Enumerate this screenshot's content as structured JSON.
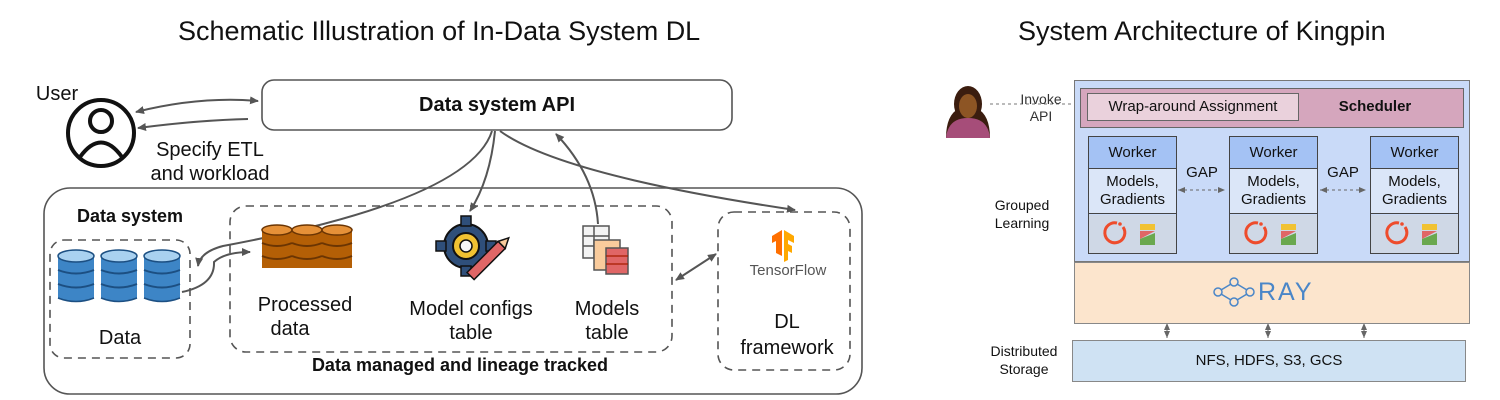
{
  "left": {
    "title": "Schematic Illustration of In-Data System DL",
    "user_label": "User",
    "api_label": "Data system API",
    "specify_label_1": "Specify ETL",
    "specify_label_2": "and workload",
    "data_system_label": "Data system",
    "data_label": "Data",
    "processed_label_1": "Processed",
    "processed_label_2": "data",
    "model_configs_label_1": "Model configs",
    "model_configs_label_2": "table",
    "models_label_1": "Models",
    "models_label_2": "table",
    "tensorflow_label": "TensorFlow",
    "dl_label_1": "DL",
    "dl_label_2": "framework",
    "lineage_label": "Data managed and lineage tracked"
  },
  "right": {
    "title": "System Architecture of Kingpin",
    "invoke_label_1": "Invoke",
    "invoke_label_2": "API",
    "wrap_label": "Wrap-around Assignment",
    "scheduler_label": "Scheduler",
    "grouped_label_1": "Grouped",
    "grouped_label_2": "Learning",
    "workers": [
      {
        "head": "Worker",
        "body_1": "Models,",
        "body_2": "Gradients"
      },
      {
        "head": "Worker",
        "body_1": "Models,",
        "body_2": "Gradients"
      },
      {
        "head": "Worker",
        "body_1": "Models,",
        "body_2": "Gradients"
      }
    ],
    "gap_label": "GAP",
    "ray_label": "RAY",
    "storage_label_1": "Distributed",
    "storage_label_2": "Storage",
    "storage_box_label": "NFS, HDFS, S3, GCS"
  },
  "colors": {
    "outer_panel": "#c9daf8",
    "scheduler": "#d5a6bd",
    "ray_band": "#fce5cd",
    "storage_box": "#cfe2f3",
    "db_blue": "#3d85c6",
    "db_brown": "#b45f06"
  }
}
